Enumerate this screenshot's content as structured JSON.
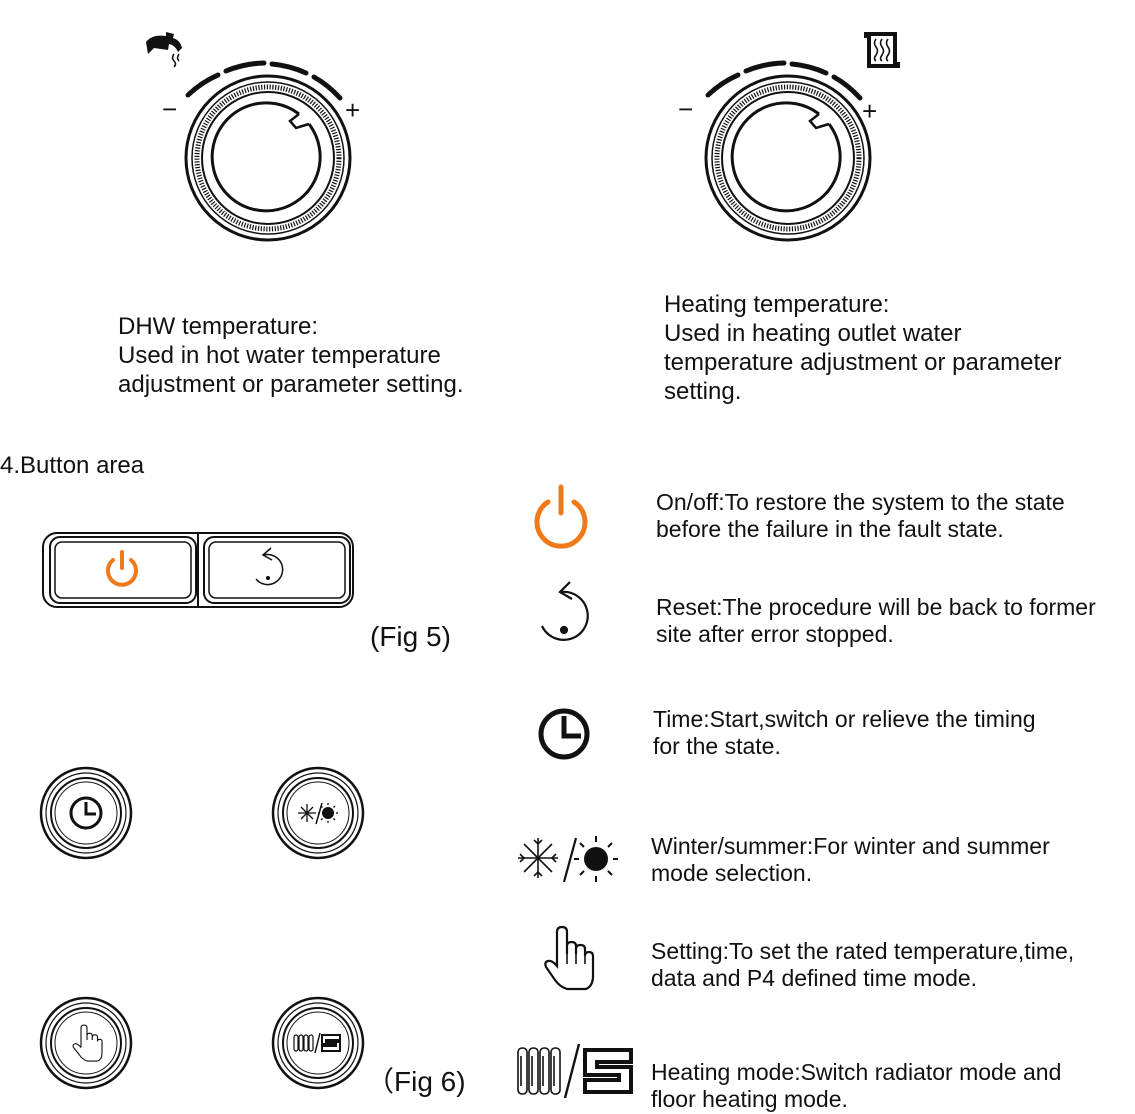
{
  "knobs": {
    "dhw": {
      "minus": "−",
      "plus": "+",
      "icon": "faucet-icon",
      "title": "DHW temperature:",
      "desc_lines": [
        "Used in hot water temperature",
        "adjustment or parameter setting."
      ]
    },
    "heating": {
      "minus": "−",
      "plus": "+",
      "icon": "radiator-heat-icon",
      "title": "Heating temperature:",
      "desc_lines": [
        "Used in heating outlet water",
        "temperature adjustment or parameter",
        "setting."
      ]
    }
  },
  "section": {
    "title": "4.Button area"
  },
  "figs": {
    "fig5": "(Fig 5)",
    "fig6": "（Fig 6)"
  },
  "colors": {
    "accent": "#f07a1a",
    "ink": "#111111"
  },
  "legend": [
    {
      "icon": "power-icon",
      "lines": [
        "On/off:To restore the system to the state",
        "before the failure in the fault state."
      ]
    },
    {
      "icon": "reset-icon",
      "lines": [
        "Reset:The procedure will be back to former",
        "site after error stopped."
      ]
    },
    {
      "icon": "clock-icon",
      "lines": [
        "Time:Start,switch or relieve the timing",
        "for the state."
      ]
    },
    {
      "icon": "snowflake-sun-icon",
      "lines": [
        "Winter/summer:For winter and summer",
        "mode selection."
      ]
    },
    {
      "icon": "hand-pointer-icon",
      "lines": [
        "Setting:To set the rated temperature,time,",
        "data and P4 defined time mode."
      ]
    },
    {
      "icon": "radiator-floor-icon",
      "lines": [
        "Heating mode:Switch radiator mode and",
        "floor heating mode."
      ]
    }
  ]
}
